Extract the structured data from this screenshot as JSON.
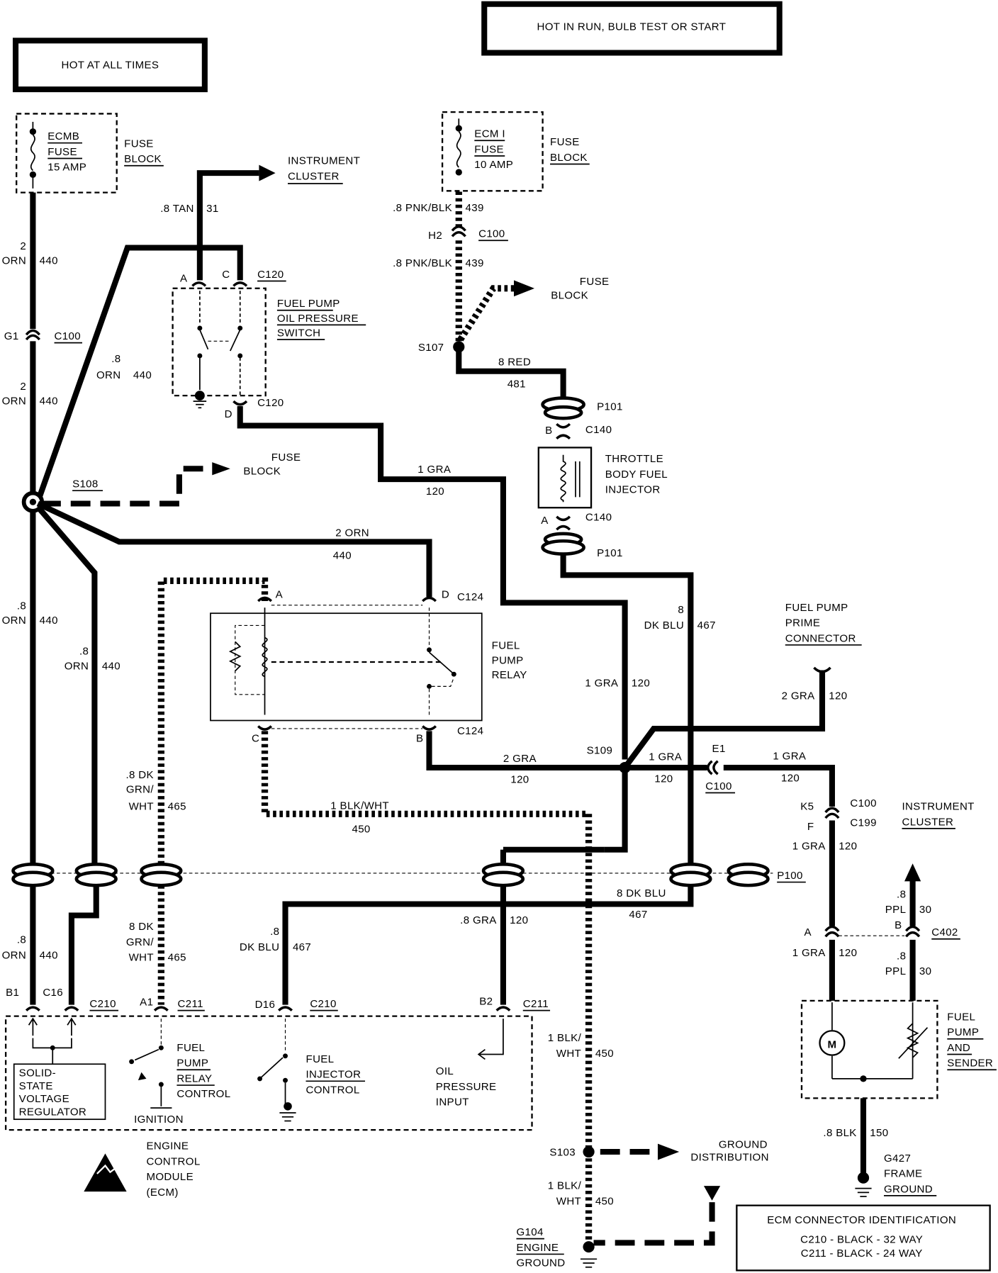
{
  "headers": {
    "hot_at_all_times": "HOT AT ALL TIMES",
    "hot_in_run": "HOT IN RUN, BULB TEST OR START"
  },
  "fuses": {
    "ecmb": [
      "ECMB",
      "FUSE",
      "15 AMP"
    ],
    "ecmi": [
      "ECM I",
      "FUSE",
      "10 AMP"
    ],
    "block": [
      "FUSE",
      "BLOCK"
    ]
  },
  "components": {
    "instrument_cluster_top": [
      "INSTRUMENT",
      "CLUSTER"
    ],
    "oil_pressure_switch": [
      "FUEL PUMP",
      "OIL PRESSURE",
      "SWITCH"
    ],
    "fuse_block_s108": [
      "FUSE",
      "BLOCK"
    ],
    "fuse_block_s107": [
      "FUSE",
      "BLOCK"
    ],
    "injector": [
      "THROTTLE",
      "BODY FUEL",
      "INJECTOR"
    ],
    "relay": [
      "FUEL",
      "PUMP",
      "RELAY"
    ],
    "prime_connector": [
      "FUEL PUMP",
      "PRIME",
      "CONNECTOR"
    ],
    "instrument_cluster_right": [
      "INSTRUMENT",
      "CLUSTER"
    ],
    "pump_sender": [
      "FUEL",
      "PUMP",
      "AND",
      "SENDER"
    ],
    "regulator": [
      "SOLID-",
      "STATE",
      "VOLTAGE",
      "REGULATOR"
    ],
    "relay_control": [
      "FUEL",
      "PUMP",
      "RELAY",
      "CONTROL"
    ],
    "injector_control": [
      "FUEL",
      "INJECTOR",
      "CONTROL"
    ],
    "oil_input": [
      "OIL",
      "PRESSURE",
      "INPUT"
    ],
    "ignition": "IGNITION",
    "ecm": [
      "ENGINE",
      "CONTROL",
      "MODULE",
      "(ECM)"
    ],
    "ground_distribution": [
      "GROUND",
      "DISTRIBUTION"
    ],
    "engine_ground": [
      "G104",
      "ENGINE",
      "GROUND"
    ],
    "frame_ground": [
      "G427",
      "FRAME",
      "GROUND"
    ]
  },
  "connectors": {
    "c100": "C100",
    "c120": "C120",
    "c124": "C124",
    "c140": "C140",
    "c199": "C199",
    "c210": "C210",
    "c211": "C211",
    "c402": "C402",
    "p100": "P100",
    "p101": "P101",
    "s103": "S103",
    "s107": "S107",
    "s108": "S108",
    "s109": "S109",
    "pins": {
      "a": "A",
      "b": "B",
      "c": "C",
      "d": "D",
      "f": "F",
      "g1": "G1",
      "h2": "H2",
      "e1": "E1",
      "k5": "K5",
      "b1": "B1",
      "c16": "C16",
      "a1": "A1",
      "d16": "D16",
      "b2": "B2"
    }
  },
  "wires": {
    "orn_2": [
      "2",
      "ORN",
      "440"
    ],
    "orn_08": [
      ".8",
      "ORN",
      "440"
    ],
    "tan": [
      ".8 TAN",
      "31"
    ],
    "pnk_blk": [
      ".8 PNK/BLK",
      "439"
    ],
    "red": [
      "8 RED",
      "481"
    ],
    "gra_1": [
      "1 GRA",
      "120"
    ],
    "orn_2h": [
      "2 ORN",
      "440"
    ],
    "dk_blu": [
      "8",
      "DK BLU",
      "467"
    ],
    "gra_2": [
      "2 GRA",
      "120"
    ],
    "dk_grn_wht": [
      ".8 DK",
      "GRN/",
      "WHT",
      "465"
    ],
    "dk_grn_wht_b": [
      "8 DK",
      "GRN/",
      "WHT",
      "465"
    ],
    "blk_wht": [
      "1 BLK/WHT",
      "450"
    ],
    "blk_wht_v": [
      "1 BLK/",
      "WHT",
      "450"
    ],
    "dk_blu_h": [
      "8 DK BLU",
      "467"
    ],
    "dk_blu_b": [
      ".8",
      "DK BLU",
      "467"
    ],
    "gra_08": [
      ".8 GRA",
      "120"
    ],
    "ppl": [
      ".8",
      "PPL",
      "30"
    ],
    "blk": [
      ".8 BLK",
      "150"
    ]
  },
  "ecm_connector_id": {
    "title": "ECM CONNECTOR IDENTIFICATION",
    "lines": [
      "C210 - BLACK - 32 WAY",
      "C211 - BLACK - 24 WAY"
    ]
  },
  "icons": [
    "esd-warning-icon",
    "ground-icon",
    "fuse-icon",
    "motor-icon",
    "arrow-icon"
  ]
}
